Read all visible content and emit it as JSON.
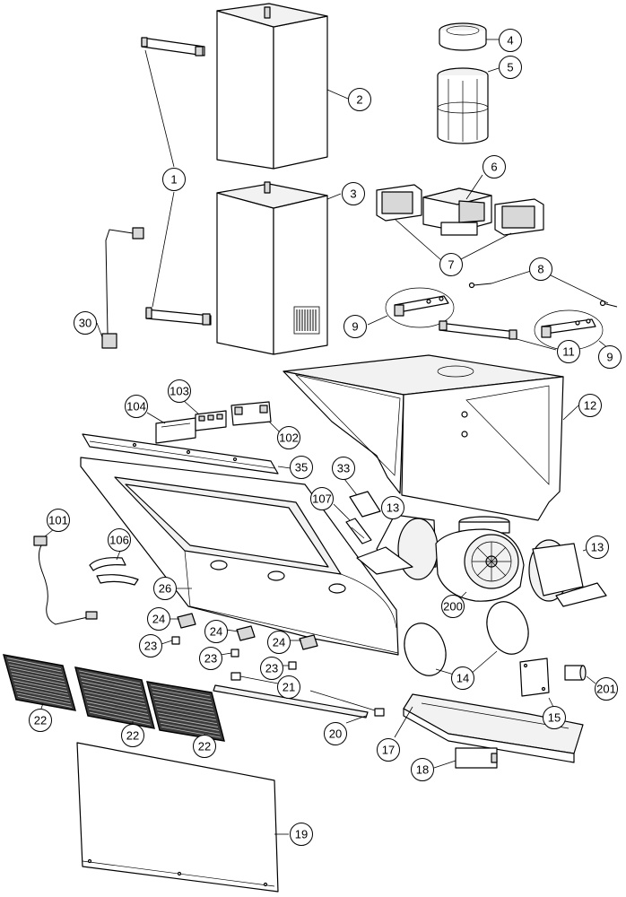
{
  "callouts": [
    {
      "id": "c1",
      "label": "1"
    },
    {
      "id": "c2",
      "label": "2"
    },
    {
      "id": "c3",
      "label": "3"
    },
    {
      "id": "c4",
      "label": "4"
    },
    {
      "id": "c5",
      "label": "5"
    },
    {
      "id": "c6",
      "label": "6"
    },
    {
      "id": "c7",
      "label": "7"
    },
    {
      "id": "c8",
      "label": "8"
    },
    {
      "id": "c9a",
      "label": "9"
    },
    {
      "id": "c9b",
      "label": "9"
    },
    {
      "id": "c11",
      "label": "11"
    },
    {
      "id": "c12",
      "label": "12"
    },
    {
      "id": "c13a",
      "label": "13"
    },
    {
      "id": "c13b",
      "label": "13"
    },
    {
      "id": "c14",
      "label": "14"
    },
    {
      "id": "c15",
      "label": "15"
    },
    {
      "id": "c17",
      "label": "17"
    },
    {
      "id": "c18",
      "label": "18"
    },
    {
      "id": "c19",
      "label": "19"
    },
    {
      "id": "c20",
      "label": "20"
    },
    {
      "id": "c21",
      "label": "21"
    },
    {
      "id": "c22a",
      "label": "22"
    },
    {
      "id": "c22b",
      "label": "22"
    },
    {
      "id": "c22c",
      "label": "22"
    },
    {
      "id": "c23a",
      "label": "23"
    },
    {
      "id": "c23b",
      "label": "23"
    },
    {
      "id": "c23c",
      "label": "23"
    },
    {
      "id": "c24a",
      "label": "24"
    },
    {
      "id": "c24b",
      "label": "24"
    },
    {
      "id": "c24c",
      "label": "24"
    },
    {
      "id": "c26",
      "label": "26"
    },
    {
      "id": "c30",
      "label": "30"
    },
    {
      "id": "c33",
      "label": "33"
    },
    {
      "id": "c35",
      "label": "35"
    },
    {
      "id": "c101",
      "label": "101"
    },
    {
      "id": "c102",
      "label": "102"
    },
    {
      "id": "c103",
      "label": "103"
    },
    {
      "id": "c104",
      "label": "104"
    },
    {
      "id": "c106",
      "label": "106"
    },
    {
      "id": "c107",
      "label": "107"
    },
    {
      "id": "c200",
      "label": "200"
    },
    {
      "id": "c201",
      "label": "201"
    }
  ]
}
